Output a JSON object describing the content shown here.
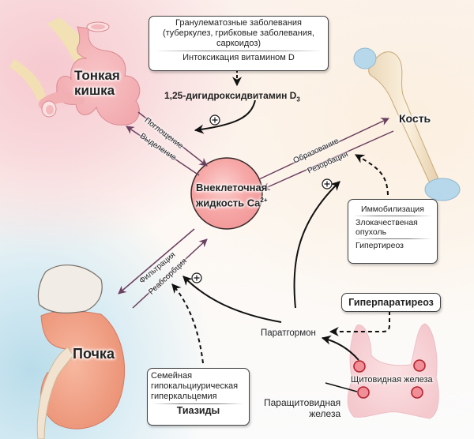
{
  "organs": {
    "intestine_label_line1": "Тонкая",
    "intestine_label_line2": "кишка",
    "bone_label": "Кость",
    "kidney_label": "Почка",
    "thyroid_label": "Щитовидная железа",
    "parathyroid_label_line1": "Паращитовидная",
    "parathyroid_label_line2": "железа"
  },
  "center": {
    "line1": "Внеклеточная",
    "line2": "жидкость Ca",
    "superscript": "2+"
  },
  "top_box": {
    "line1": "Гранулематозные заболевания",
    "line2": "(туберкулез, грибковые заболевания,",
    "line3": "саркоидоз)",
    "line4": "Интоксикация витамином D"
  },
  "vitamin_d": {
    "label": "1,25-дигидроксидвитамин D",
    "subscript": "3"
  },
  "bone_box": {
    "items": [
      "Иммобилизация",
      "Злокачественая опухоль",
      "Гипертиреоз"
    ]
  },
  "kidney_box": {
    "line1": "Семейная",
    "line2": "гипокальциурическая",
    "line3": "гиперкальцемия",
    "line4": "Тиазиды"
  },
  "hyperpara_box": {
    "label": "Гиперпаратиреоз"
  },
  "hormone": {
    "label": "Паратгормон"
  },
  "flows": {
    "absorption": "Поглощение",
    "excretion": "Выделение",
    "formation": "Образование",
    "resorption": "Резорбация",
    "filtration": "Фильтрация",
    "reabsorption": "Реабсорбция"
  },
  "stimulation_symbol": "⊕",
  "colors": {
    "flow_arrow": "#6b4060",
    "regulation_arrow": "#111111",
    "center_fill": "#f6a4a4",
    "box_border": "#444444"
  }
}
